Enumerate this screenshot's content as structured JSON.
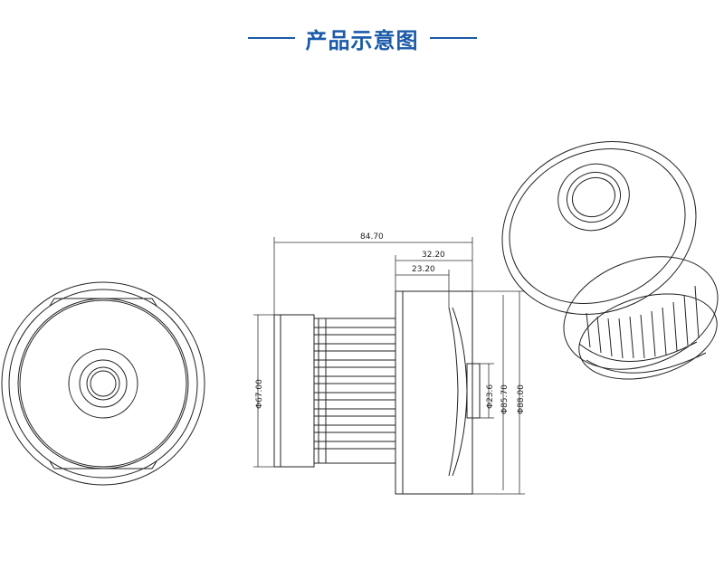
{
  "title": "产品示意图",
  "colors": {
    "title": "#1a5aa8",
    "line": "#222222"
  },
  "dimensions": {
    "overall_length": "84.70",
    "length_b": "32.20",
    "length_c": "23.20",
    "dia_bore": "Φ23.6",
    "dia_outer_mid": "Φ85.70",
    "dia_outer": "Φ88.00",
    "dia_gear": "Φ67.00"
  }
}
